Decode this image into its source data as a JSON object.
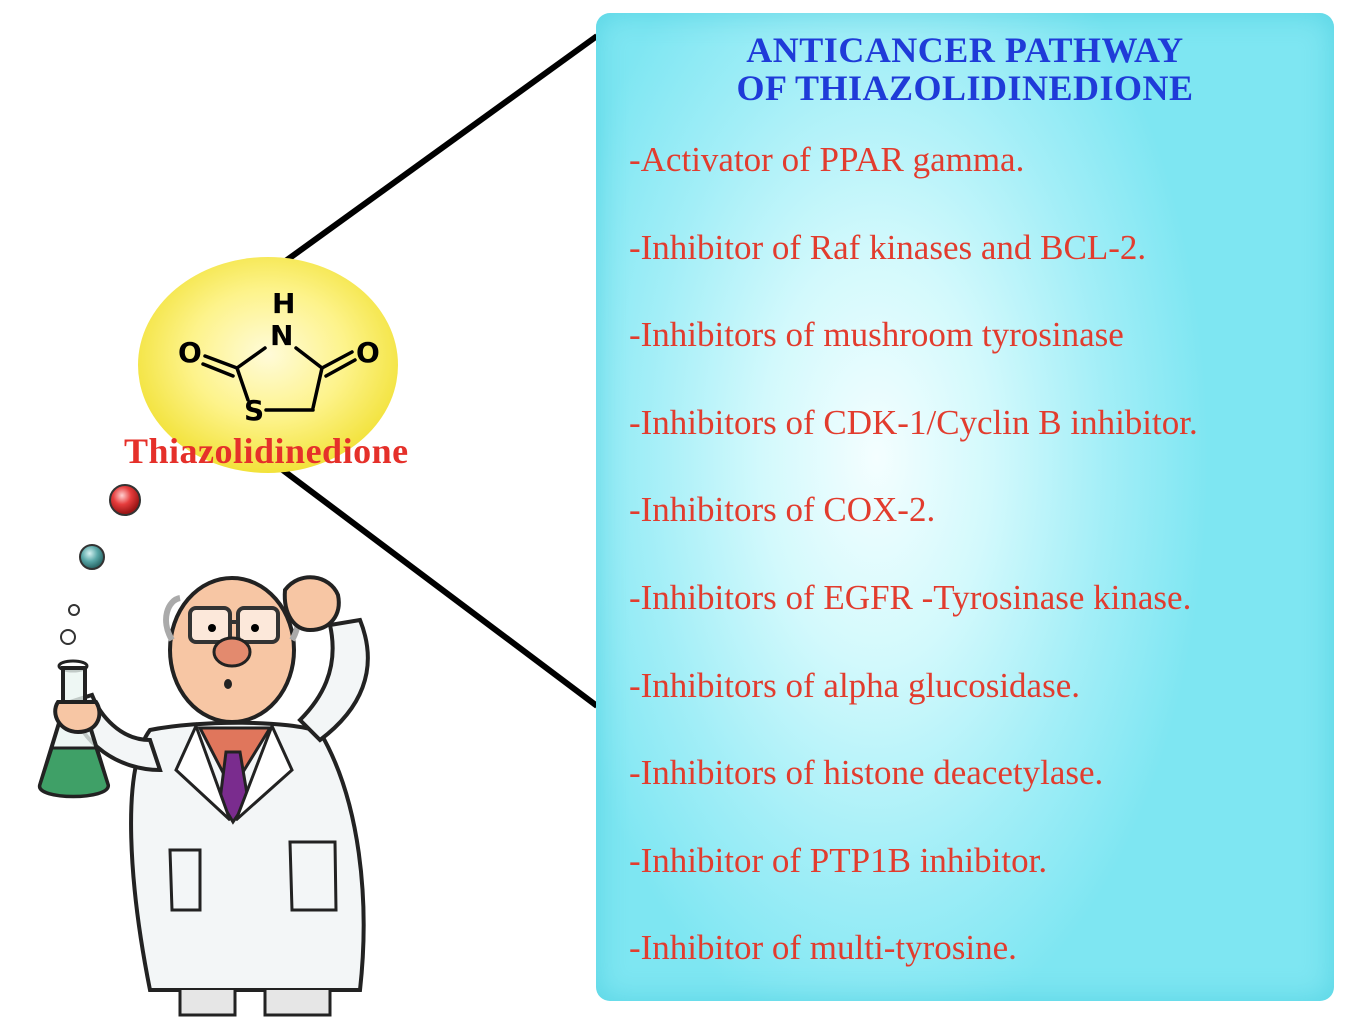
{
  "compound": {
    "name": "Thiazolidinedione",
    "atoms": {
      "h": "H",
      "n": "N",
      "s": "S",
      "o_left": "O",
      "o_right": "O"
    }
  },
  "panel": {
    "title_line1": "ANTICANCER PATHWAY",
    "title_line2": "OF THIAZOLIDINEDIONE",
    "items": [
      "-Activator of PPAR gamma.",
      "-Inhibitor of Raf kinases and BCL-2.",
      "-Inhibitors of mushroom tyrosinase",
      "-Inhibitors of CDK-1/Cyclin B inhibitor.",
      "-Inhibitors of COX-2.",
      "-Inhibitors of EGFR -Tyrosinase kinase.",
      "-Inhibitors of alpha glucosidase.",
      "-Inhibitors of histone deacetylase.",
      "-Inhibitor of PTP1B inhibitor.",
      "-Inhibitor of multi-tyrosine."
    ]
  },
  "colors": {
    "title": "#1f3bd8",
    "item_text": "#e23c2e",
    "compound_name": "#e5302a",
    "panel_edge": "#7ee6f2",
    "blob": "#f8ef5c",
    "connector": "#000000"
  },
  "icons": [
    "scientist-illustration",
    "erlenmeyer-flask-icon",
    "thought-bubble-icon"
  ]
}
